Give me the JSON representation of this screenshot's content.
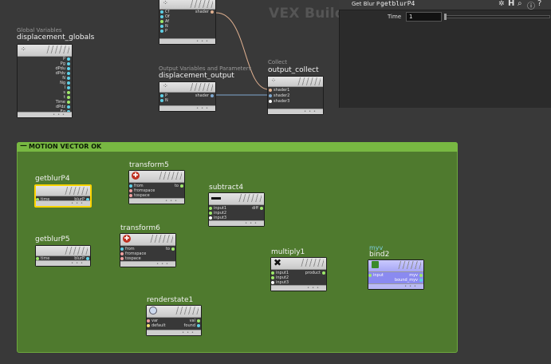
{
  "title": "VEX Builder",
  "params": {
    "node_type": "Get Blur P",
    "node_name": "getblurP4",
    "time_label": "Time",
    "time_value": "1"
  },
  "netbox": {
    "label": "MOTION VECTOR OK",
    "color": "#78b842"
  },
  "nodes": {
    "globals": {
      "sub": "Global Variables",
      "name": "displacement_globals",
      "outputs": [
        "P",
        "Pg",
        "dPdu",
        "dPdv",
        "N",
        "Ng",
        "I",
        "s",
        "t",
        "Time",
        "dPdz",
        "Eg"
      ]
    },
    "top": {
      "outputs": [
        "Cf",
        "Of",
        "Af",
        "N",
        "P"
      ],
      "output": "shader"
    },
    "output": {
      "sub": "Output Variables and Parameters",
      "name": "displacement_output",
      "inputs": [
        "P",
        "N"
      ],
      "output": "shader"
    },
    "collect": {
      "sub": "Collect",
      "name": "output_collect",
      "inputs": [
        "shader1",
        "shader2",
        "shader3"
      ]
    },
    "getblurP4": {
      "name": "getblurP4",
      "input": "time",
      "output": "blurP"
    },
    "getblurP5": {
      "name": "getblurP5",
      "input": "time",
      "output": "blurP"
    },
    "transform5": {
      "name": "transform5",
      "inputs": [
        "from",
        "fromspace",
        "tospace"
      ],
      "output": "to"
    },
    "transform6": {
      "name": "transform6",
      "inputs": [
        "from",
        "fromspace",
        "tospace"
      ],
      "output": "to"
    },
    "subtract4": {
      "name": "subtract4",
      "inputs": [
        "input1",
        "input2",
        "input3"
      ],
      "output": "diff"
    },
    "multiply1": {
      "name": "multiply1",
      "inputs": [
        "input1",
        "input2",
        "input3"
      ],
      "output": "product"
    },
    "renderstate1": {
      "name": "renderstate1",
      "inputs": [
        "var",
        "default"
      ],
      "outputs": [
        "val",
        "found"
      ]
    },
    "bind2": {
      "sub": "myv",
      "name": "bind2",
      "input": "input",
      "outputs": [
        "myv",
        "bound_myv"
      ]
    }
  },
  "colors": {
    "wire_shader": "#e0b090",
    "wire_vector": "#7fd0e0",
    "wire_float": "#9ad68a",
    "port_vector": "#5fd0e6",
    "port_float": "#9ee86a",
    "port_string": "#f0a0a0",
    "highlight": "#ffd400"
  }
}
